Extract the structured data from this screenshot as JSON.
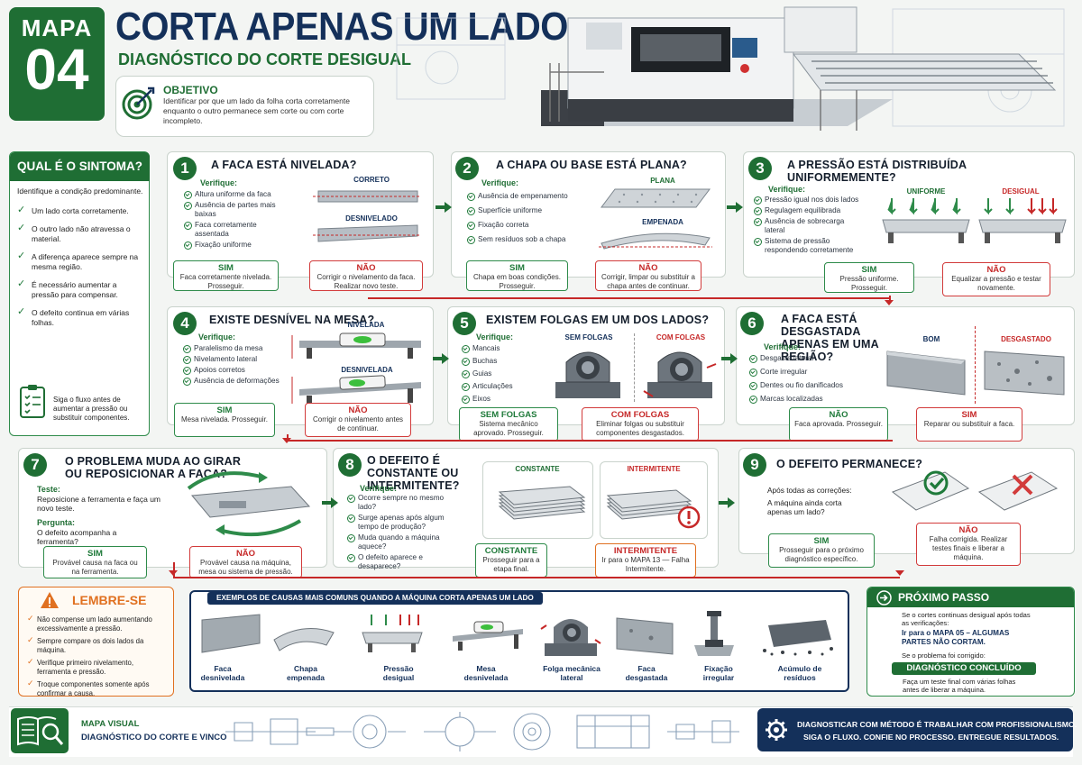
{
  "header": {
    "mapa_label": "MAPA",
    "mapa_number": "04",
    "title": "CORTA APENAS UM LADO",
    "subtitle": "DIAGNÓSTICO DO CORTE DESIGUAL",
    "objetivo_label": "OBJETIVO",
    "objetivo_text": "Identificar por que um lado da folha corta corretamente enquanto o outro permanece sem corte ou com corte incompleto."
  },
  "symptom": {
    "title": "QUAL É O SINTOMA?",
    "intro": "Identifique a condição predominante.",
    "items": [
      "Um lado corta corretamente.",
      "O outro lado não atravessa o material.",
      "A diferença aparece sempre na mesma região.",
      "É necessário aumentar a pressão para compensar.",
      "O defeito continua em várias folhas."
    ],
    "footer": "Siga o fluxo antes de aumentar a pressão ou substituir componentes."
  },
  "steps": {
    "s1": {
      "num": "1",
      "title": "A FACA ESTÁ NIVELADA?",
      "verify": "Verifique:",
      "checks": [
        "Altura uniforme da faca",
        "Ausência de partes mais baixas",
        "Faca corretamente assentada",
        "Fixação uniforme"
      ],
      "img1": "CORRETO",
      "img2": "DESNIVELADO",
      "sim": "SIM",
      "sim_text": "Faca corretamente nivelada. Prosseguir.",
      "nao": "NÃO",
      "nao_text": "Corrigir o nivelamento da faca. Realizar novo teste."
    },
    "s2": {
      "num": "2",
      "title": "A CHAPA OU BASE ESTÁ PLANA?",
      "verify": "Verifique:",
      "checks": [
        "Ausência de empenamento",
        "Superfície uniforme",
        "Fixação correta",
        "Sem resíduos sob a chapa"
      ],
      "img1": "PLANA",
      "img2": "EMPENADA",
      "sim": "SIM",
      "sim_text": "Chapa em boas condições. Prosseguir.",
      "nao": "NÃO",
      "nao_text": "Corrigir, limpar ou substituir a chapa antes de continuar."
    },
    "s3": {
      "num": "3",
      "title": "A PRESSÃO ESTÁ DISTRIBUÍDA UNIFORMEMENTE?",
      "verify": "Verifique:",
      "checks": [
        "Pressão igual nos dois lados",
        "Regulagem equilibrada",
        "Ausência de sobrecarga lateral",
        "Sistema de pressão respondendo corretamente"
      ],
      "img1": "UNIFORME",
      "img2": "DESIGUAL",
      "sim": "SIM",
      "sim_text": "Pressão uniforme. Prosseguir.",
      "nao": "NÃO",
      "nao_text": "Equalizar a pressão e testar novamente."
    },
    "s4": {
      "num": "4",
      "title": "EXISTE DESNÍVEL NA MESA?",
      "verify": "Verifique:",
      "checks": [
        "Paralelismo da mesa",
        "Nivelamento lateral",
        "Apoios corretos",
        "Ausência de deformações"
      ],
      "img1": "NIVELADA",
      "img2": "DESNIVELADA",
      "sim": "SIM",
      "sim_text": "Mesa nivelada. Prosseguir.",
      "nao": "NÃO",
      "nao_text": "Corrigir o nivelamento antes de continuar."
    },
    "s5": {
      "num": "5",
      "title": "EXISTEM FOLGAS EM UM DOS LADOS?",
      "verify": "Verifique:",
      "checks": [
        "Mancais",
        "Buchas",
        "Guias",
        "Articulações",
        "Eixos"
      ],
      "img1": "SEM FOLGAS",
      "img2": "COM FOLGAS",
      "sim": "SEM FOLGAS",
      "sim_text": "Sistema mecânico aprovado. Prosseguir.",
      "nao": "COM FOLGAS",
      "nao_text": "Eliminar folgas ou substituir componentes desgastados."
    },
    "s6": {
      "num": "6",
      "title": "A FACA ESTÁ DESGASTADA APENAS EM UMA REGIÃO?",
      "verify": "Verifique:",
      "checks": [
        "Desgaste lateral",
        "Corte irregular",
        "Dentes ou fio danificados",
        "Marcas localizadas"
      ],
      "img1": "BOM",
      "img2": "DESGASTADO",
      "sim": "NÃO",
      "sim_text": "Faca aprovada. Prosseguir.",
      "nao": "SIM",
      "nao_text": "Reparar ou substituir a faca."
    },
    "s7": {
      "num": "7",
      "title": "O PROBLEMA MUDA AO GIRAR OU REPOSICIONAR A FACA?",
      "teste_label": "Teste:",
      "teste_text": "Reposicione a ferramenta e faça um novo teste.",
      "perg_label": "Pergunta:",
      "perg_text": "O defeito acompanha a ferramenta?",
      "sim": "SIM",
      "sim_text": "Provável causa na faca ou na ferramenta.",
      "nao": "NÃO",
      "nao_text": "Provável causa na máquina, mesa ou sistema de pressão."
    },
    "s8": {
      "num": "8",
      "title": "O DEFEITO É CONSTANTE OU INTERMITENTE?",
      "verify": "Verifique:",
      "checks": [
        "Ocorre sempre no mesmo lado?",
        "Surge apenas após algum tempo de produção?",
        "Muda quando a máquina aquece?",
        "O defeito aparece e desaparece?"
      ],
      "img1": "CONSTANTE",
      "img2": "INTERMITENTE",
      "sim": "CONSTANTE",
      "sim_text": "Prosseguir para a etapa final.",
      "nao": "INTERMITENTE",
      "nao_text": "Ir para o MAPA 13 — Falha Intermitente."
    },
    "s9": {
      "num": "9",
      "title": "O DEFEITO PERMANECE?",
      "q1": "Após todas as correções:",
      "q2": "A máquina ainda corta apenas um lado?",
      "sim": "SIM",
      "sim_text": "Prosseguir para o próximo diagnóstico específico.",
      "nao": "NÃO",
      "nao_text": "Falha corrigida. Realizar testes finais e liberar a máquina."
    }
  },
  "lembre": {
    "title": "LEMBRE-SE",
    "items": [
      "Não compense um lado aumentando excessivamente a pressão.",
      "Sempre compare os dois lados da máquina.",
      "Verifique primeiro nivelamento, ferramenta e pressão.",
      "Troque componentes somente após confirmar a causa."
    ]
  },
  "causes": {
    "title": "EXEMPLOS DE CAUSAS MAIS COMUNS QUANDO A MÁQUINA CORTA APENAS UM LADO",
    "items": [
      "Faca desnivelada",
      "Chapa empenada",
      "Pressão desigual",
      "Mesa desnivelada",
      "Folga mecânica lateral",
      "Faca desgastada",
      "Fixação irregular",
      "Acúmulo de resíduos"
    ]
  },
  "proximo": {
    "title": "PRÓXIMO PASSO",
    "text1": "Se o cortes continuas desigual após todas as verificações:",
    "text2": "Ir para o MAPA 05 – ALGUMAS PARTES NÃO CORTAM.",
    "text3": "Se o problema foi corrigido:",
    "concl": "DIAGNÓSTICO CONCLUÍDO",
    "text4": "Faça um teste final com várias folhas antes de liberar a máquina."
  },
  "footer": {
    "label1": "MAPA VISUAL",
    "label2": "DIAGNÓSTICO DO CORTE E VINCO",
    "msg1": "DIAGNOSTICAR COM MÉTODO É TRABALHAR COM PROFISSIONALISMO.",
    "msg2": "SIGA O FLUXO. CONFIE NO PROCESSO. ENTREGUE RESULTADOS."
  },
  "colors": {
    "green": "#1f6e34",
    "navy": "#14305a",
    "red": "#c62828",
    "orange": "#e07020"
  }
}
